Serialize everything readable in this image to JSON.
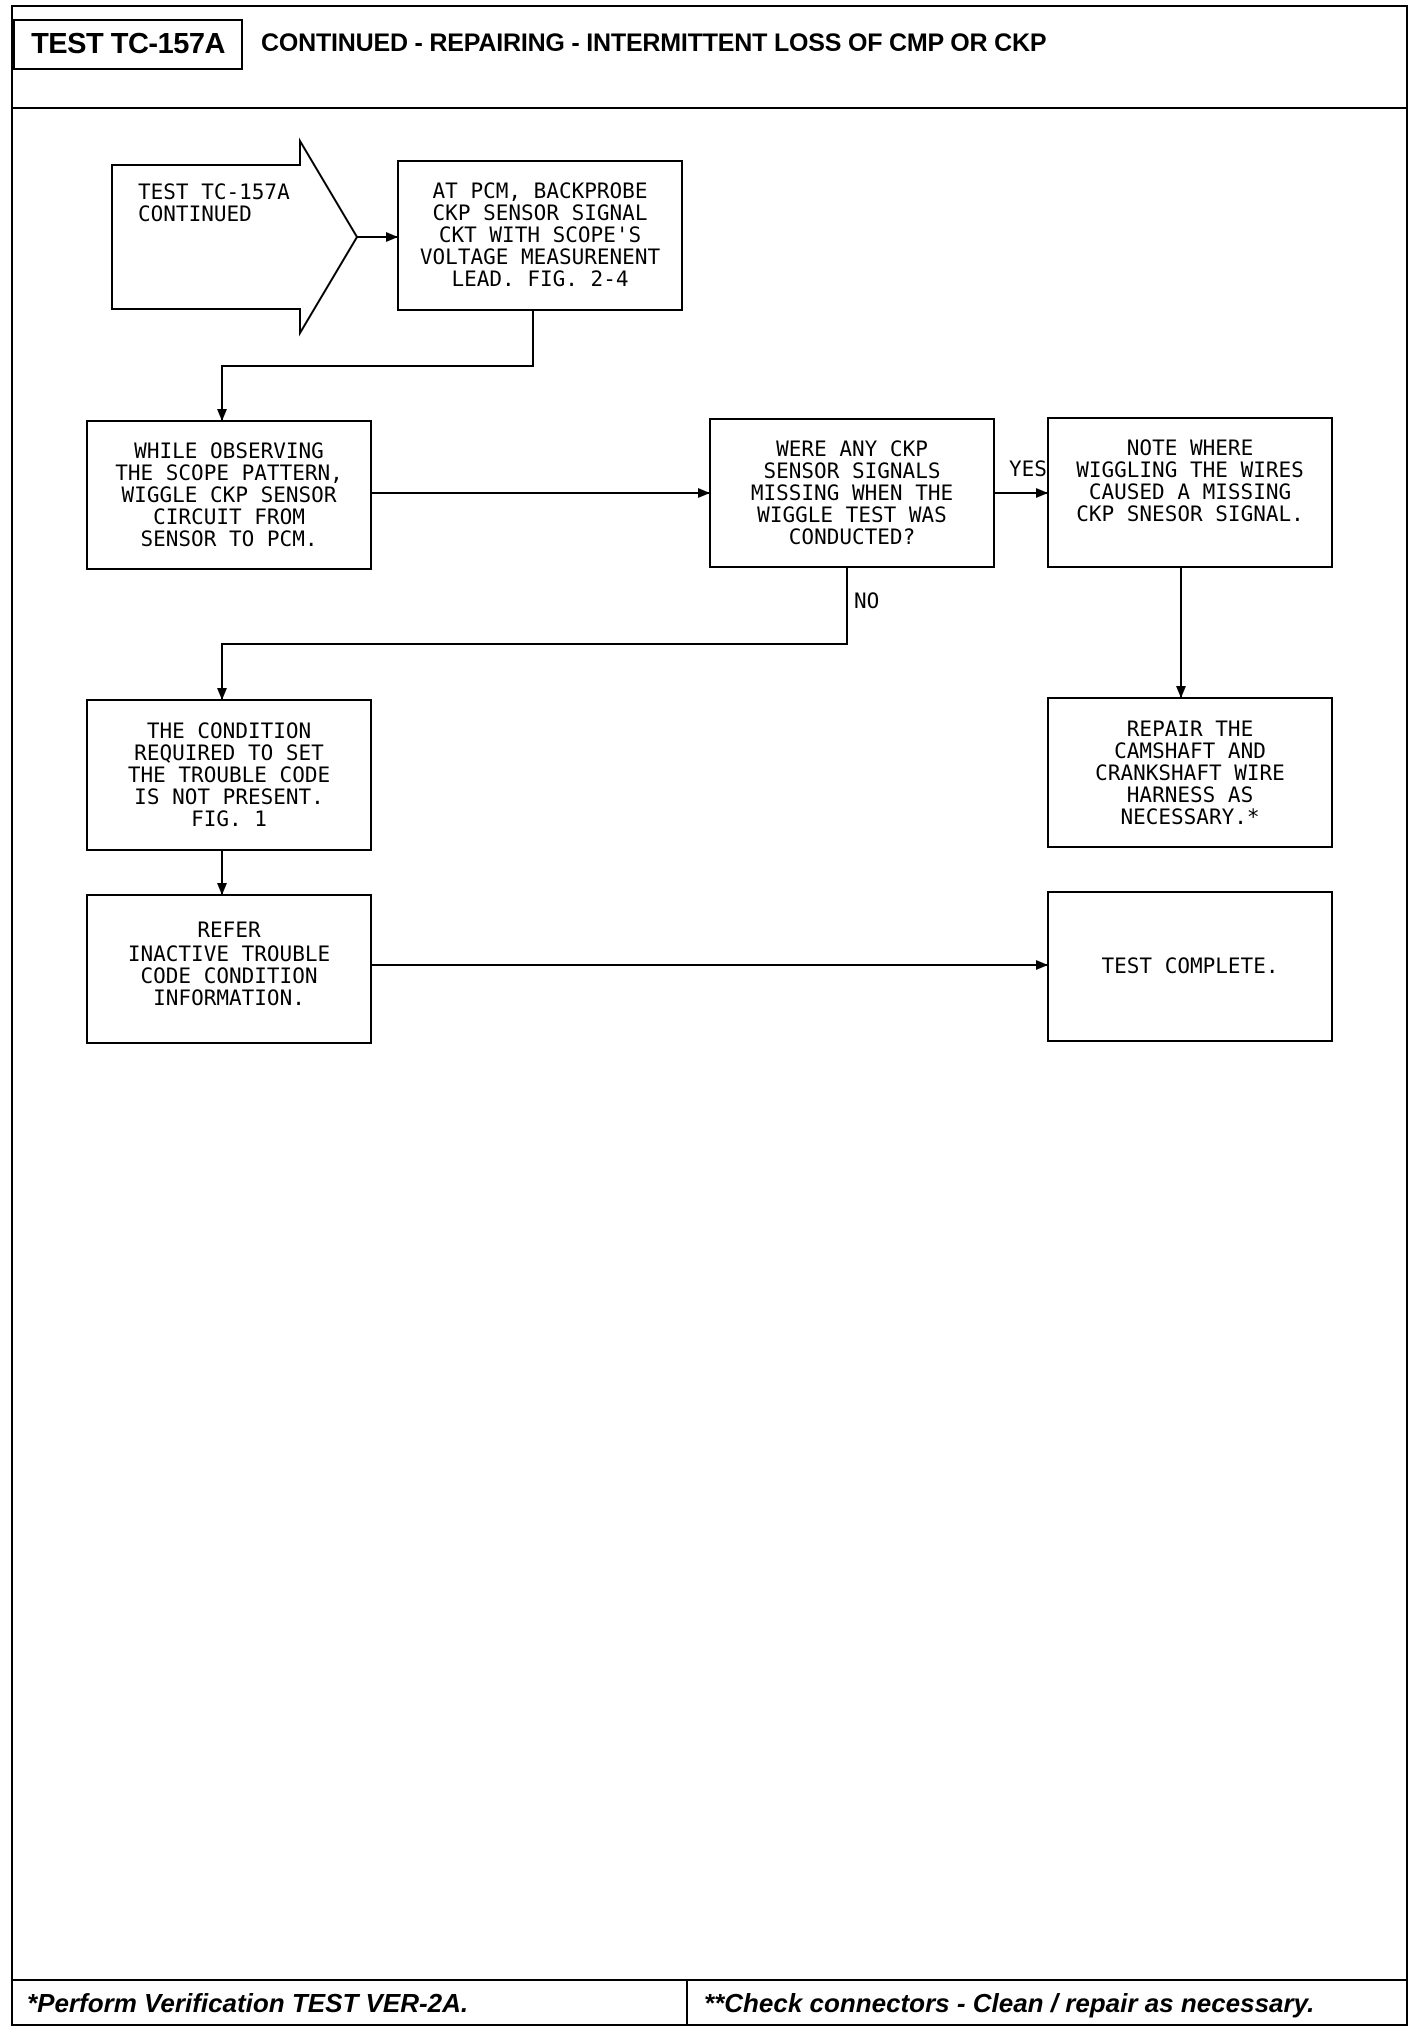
{
  "header": {
    "test_id": "TEST TC-157A",
    "title": "CONTINUED - REPAIRING - INTERMITTENT LOSS OF CMP OR CKP"
  },
  "flowchart": {
    "start": [
      "TEST TC-157A",
      "CONTINUED"
    ],
    "backprobe": [
      "AT PCM, BACKPROBE",
      "CKP SENSOR SIGNAL",
      "CKT WITH SCOPE'S",
      "VOLTAGE MEASURENENT",
      "LEAD. FIG. 2-4"
    ],
    "wiggle": [
      "WHILE OBSERVING",
      "THE SCOPE PATTERN,",
      "WIGGLE CKP SENSOR",
      "CIRCUIT FROM",
      "SENSOR TO PCM."
    ],
    "question": [
      "WERE ANY CKP",
      "SENSOR SIGNALS",
      "MISSING WHEN THE",
      "WIGGLE TEST WAS",
      "CONDUCTED?"
    ],
    "note_where": [
      "NOTE WHERE",
      "WIGGLING THE WIRES",
      "CAUSED A MISSING",
      "CKP SNESOR SIGNAL."
    ],
    "condition": [
      "THE CONDITION",
      "REQUIRED TO SET",
      "THE TROUBLE CODE",
      "IS NOT PRESENT.",
      "FIG. 1"
    ],
    "repair": [
      "REPAIR THE",
      "CAMSHAFT AND",
      "CRANKSHAFT WIRE",
      "HARNESS AS",
      "NECESSARY.*"
    ],
    "refer": [
      "REFER",
      "INACTIVE TROUBLE",
      "CODE CONDITION",
      "INFORMATION."
    ],
    "complete": [
      "TEST COMPLETE."
    ],
    "yes_label": "YES",
    "no_label": "NO"
  },
  "footer": {
    "left": "*Perform Verification TEST VER-2A.",
    "right": "**Check connectors - Clean / repair as necessary."
  }
}
